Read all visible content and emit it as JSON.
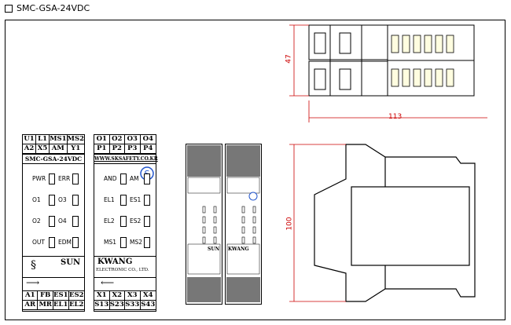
{
  "header": {
    "title": "SMC-GSA-24VDC"
  },
  "left_panel": {
    "top_terminals": [
      "U1",
      "L1",
      "MS1",
      "MS2",
      "A2",
      "X5",
      "AM",
      "Y1"
    ],
    "model": "SMC-GSA-24VDC",
    "leds": [
      [
        "PWR",
        "ERR"
      ],
      [
        "O1",
        "O3"
      ],
      [
        "O2",
        "O4"
      ],
      [
        "OUT",
        "EDM"
      ]
    ],
    "brand": "SUN",
    "bottom_terminals": [
      "A1",
      "FB",
      "ES1",
      "ES2",
      "AR",
      "MR",
      "EL1",
      "EL2"
    ]
  },
  "right_panel": {
    "top_terminals": [
      "O1",
      "O2",
      "O3",
      "O4",
      "P1",
      "P2",
      "P3",
      "P4"
    ],
    "website": "WWW.SKSAFETY.CO.KR",
    "leds": [
      [
        "AND",
        "AM"
      ],
      [
        "EL1",
        "ES1"
      ],
      [
        "EL2",
        "ES2"
      ],
      [
        "MS1",
        "MS2"
      ]
    ],
    "brand": "KWANG",
    "brand_sub": "ELECTRONIC CO., LTD.",
    "bottom_terminals": [
      "X1",
      "X2",
      "X3",
      "X4",
      "S13",
      "S23",
      "S33",
      "S43"
    ]
  },
  "small_front": {
    "left_brand": "SUN",
    "right_brand": "KWANG"
  },
  "dimensions": {
    "height_top": "47",
    "width_top": "113",
    "height_side": "100"
  },
  "colors": {
    "dimension": "#cc0000",
    "logo": "#2255cc"
  }
}
